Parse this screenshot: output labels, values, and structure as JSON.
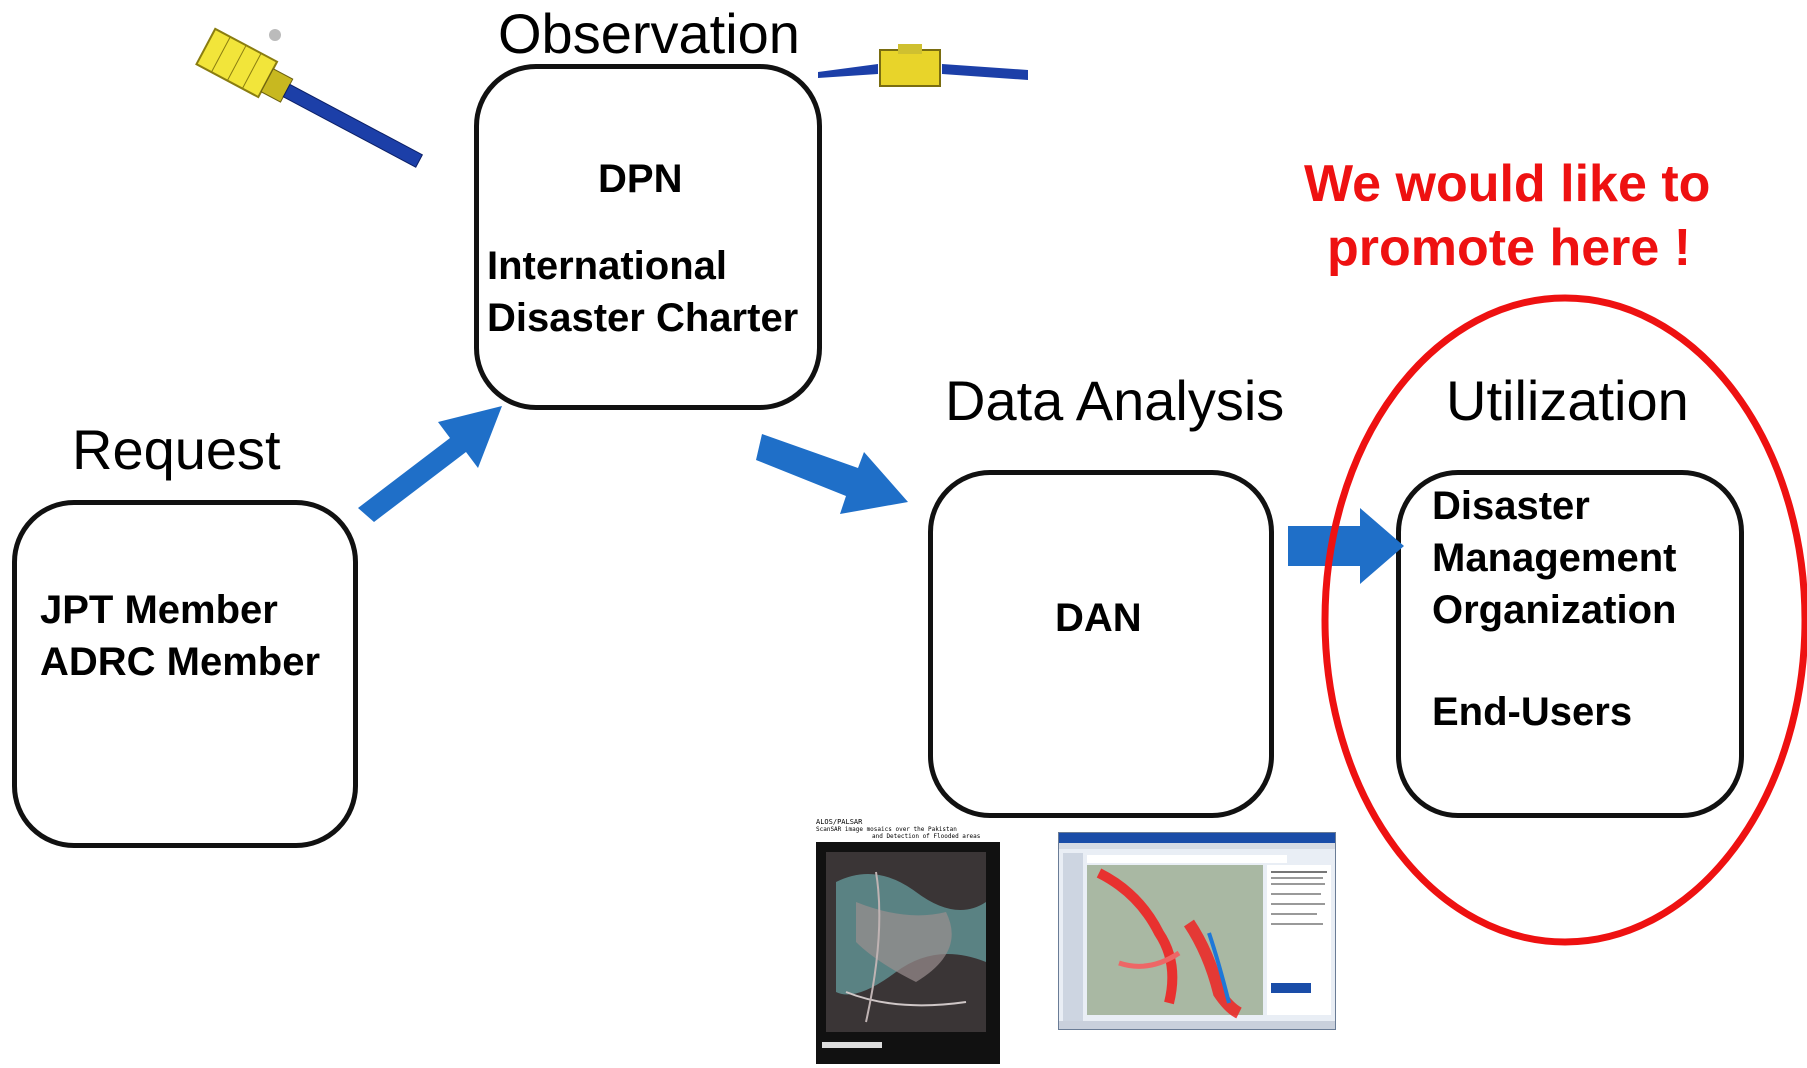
{
  "stages": {
    "request": {
      "label": "Request",
      "lines": [
        "JPT Member",
        "ADRC Member"
      ]
    },
    "observation": {
      "label": "Observation",
      "title": "DPN",
      "lines": [
        "International",
        "Disaster Charter"
      ]
    },
    "analysis": {
      "label": "Data Analysis",
      "title": "DAN"
    },
    "utilization": {
      "label": "Utilization",
      "lines": [
        "Disaster",
        "Management",
        "Organization",
        "",
        "End-Users"
      ]
    }
  },
  "callout": {
    "line1": "We would like to",
    "line2": "promote here !"
  },
  "colors": {
    "arrow": "#1f6fc8",
    "callout": "#ee1111",
    "circle": "#ee1111",
    "box_border": "#111111"
  },
  "icons": [
    "satellite-left-icon",
    "satellite-right-icon"
  ],
  "thumbnails": {
    "palsar": {
      "caption1": "ALOS/PALSAR",
      "caption2": "ScanSAR image mosaics over the Pakistan",
      "caption3": "and Detection of Flooded areas"
    }
  }
}
